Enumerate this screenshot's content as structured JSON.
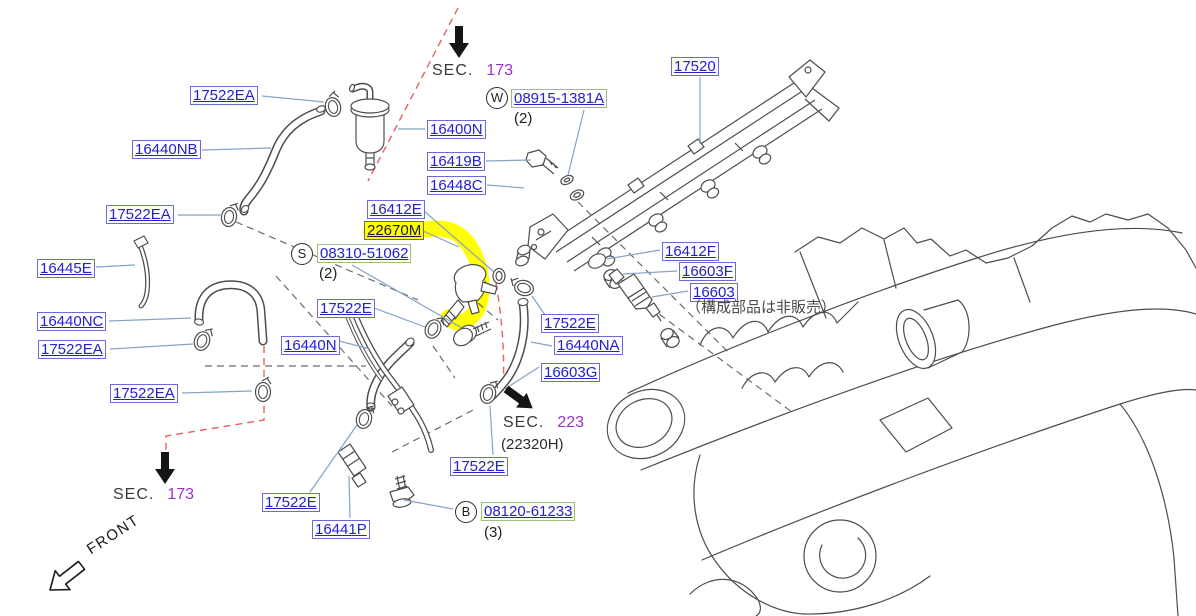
{
  "diagram_type": "engine-fuel-piping-parts-diagram",
  "parts": [
    {
      "text": "17522EA"
    },
    {
      "text": "16440NB"
    },
    {
      "text": "17522EA"
    },
    {
      "text": "16445E"
    },
    {
      "text": "16440NC"
    },
    {
      "text": "17522EA"
    },
    {
      "text": "17522EA"
    },
    {
      "text": "16400N"
    },
    {
      "text": "16419B"
    },
    {
      "text": "16448C"
    },
    {
      "text": "16412E"
    },
    {
      "text": "22670M",
      "highlighted": true
    },
    {
      "text": "17522E"
    },
    {
      "text": "16440N"
    },
    {
      "text": "17520"
    },
    {
      "text": "16412F"
    },
    {
      "text": "16603F"
    },
    {
      "text": "16603"
    },
    {
      "text": "17522E"
    },
    {
      "text": "16440NA"
    },
    {
      "text": "16603G"
    },
    {
      "text": "17522E"
    },
    {
      "text": "17522E"
    },
    {
      "text": "16441P"
    }
  ],
  "fasteners": [
    {
      "prefix": "W",
      "number": "08915-1381A",
      "qty": "(2)"
    },
    {
      "prefix": "S",
      "number": "08310-51062",
      "qty": "(2)"
    },
    {
      "prefix": "B",
      "number": "08120-61233",
      "qty": "(3)"
    }
  ],
  "sections": [
    {
      "label": "SEC.",
      "number": "173"
    },
    {
      "label": "SEC.",
      "number": "223",
      "sub": "(22320H)"
    },
    {
      "label": "SEC.",
      "number": "173"
    }
  ],
  "note_japanese": "（構成部品は非販売）",
  "front_label": "FRONT",
  "highlighted_part": "22670M",
  "icons": {
    "section_arrow": "solid-black-arrow",
    "front_arrow": "outline-arrow"
  },
  "colors": {
    "part_link": "#2323c8",
    "label_border": "#6b6bd8",
    "fastener_border": "#a0bd7c",
    "highlight": "#ffff00",
    "section_number": "#9933cc",
    "red_dash": "#e86060",
    "leader": "#85a3c4",
    "line_art": "#4d4d4d"
  }
}
